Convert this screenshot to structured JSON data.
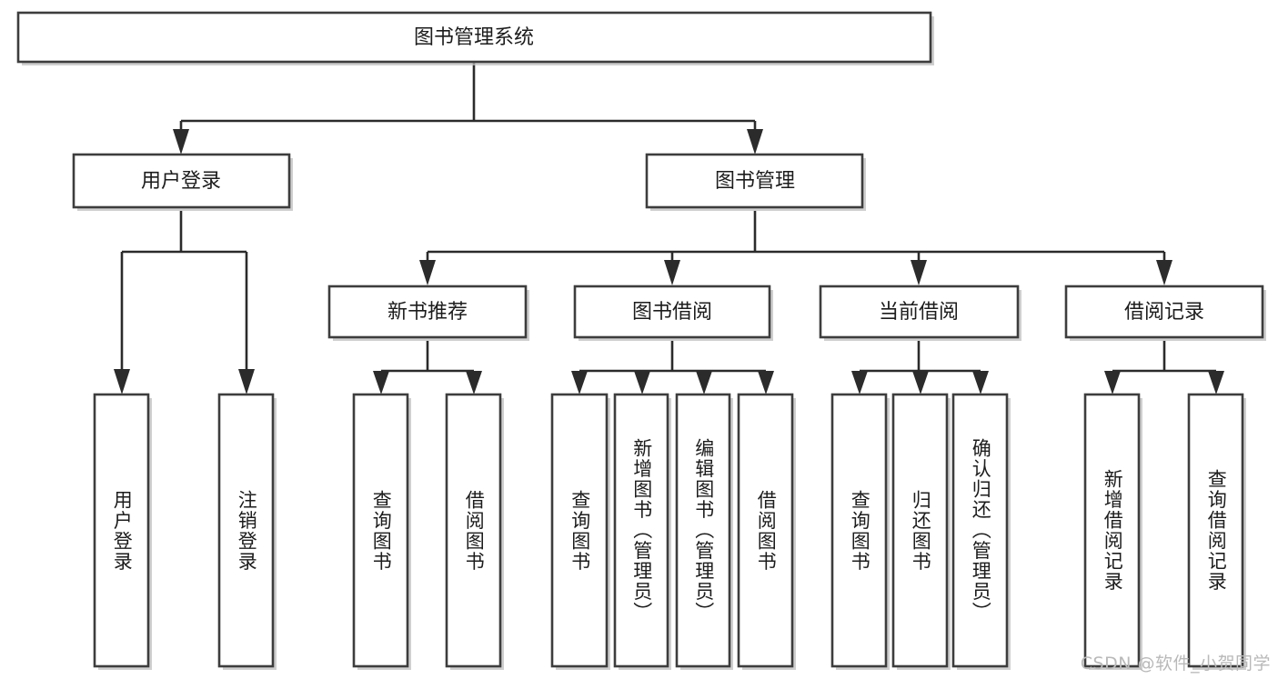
{
  "diagram": {
    "type": "tree",
    "title": "图书管理系统",
    "root": {
      "id": "root",
      "label": "图书管理系统"
    },
    "level2": [
      {
        "id": "user-login",
        "label": "用户登录"
      },
      {
        "id": "book-manage",
        "label": "图书管理"
      }
    ],
    "level3": [
      {
        "id": "new-book-rec",
        "label": "新书推荐",
        "parent": "book-manage"
      },
      {
        "id": "book-borrow",
        "label": "图书借阅",
        "parent": "book-manage"
      },
      {
        "id": "current-borrow",
        "label": "当前借阅",
        "parent": "book-manage"
      },
      {
        "id": "borrow-record",
        "label": "借阅记录",
        "parent": "book-manage"
      }
    ],
    "leaves": [
      {
        "id": "leaf-user-login",
        "label": "用户登录",
        "parent": "user-login"
      },
      {
        "id": "leaf-user-logout",
        "label": "注销登录",
        "parent": "user-login"
      },
      {
        "id": "leaf-query-book-1",
        "label": "查询图书",
        "parent": "new-book-rec"
      },
      {
        "id": "leaf-borrow-book-1",
        "label": "借阅图书",
        "parent": "new-book-rec"
      },
      {
        "id": "leaf-query-book-2",
        "label": "查询图书",
        "parent": "book-borrow"
      },
      {
        "id": "leaf-add-book",
        "label": "新增图书（管理员）",
        "parent": "book-borrow"
      },
      {
        "id": "leaf-edit-book",
        "label": "编辑图书（管理员）",
        "parent": "book-borrow"
      },
      {
        "id": "leaf-borrow-book-2",
        "label": "借阅图书",
        "parent": "book-borrow"
      },
      {
        "id": "leaf-query-book-3",
        "label": "查询图书",
        "parent": "current-borrow"
      },
      {
        "id": "leaf-return-book",
        "label": "归还图书",
        "parent": "current-borrow"
      },
      {
        "id": "leaf-confirm-return",
        "label": "确认归还（管理员）",
        "parent": "current-borrow"
      },
      {
        "id": "leaf-add-record",
        "label": "新增借阅记录",
        "parent": "borrow-record"
      },
      {
        "id": "leaf-query-record",
        "label": "查询借阅记录",
        "parent": "borrow-record"
      }
    ],
    "colors": {
      "box_fill": "#ffffff",
      "box_stroke": "#3d3d3d",
      "edge": "#2b2b2b",
      "text": "#1c1c1c",
      "watermark": "#b9b9b9"
    }
  },
  "watermark": {
    "text": "CSDN @软件_小贺同学"
  }
}
